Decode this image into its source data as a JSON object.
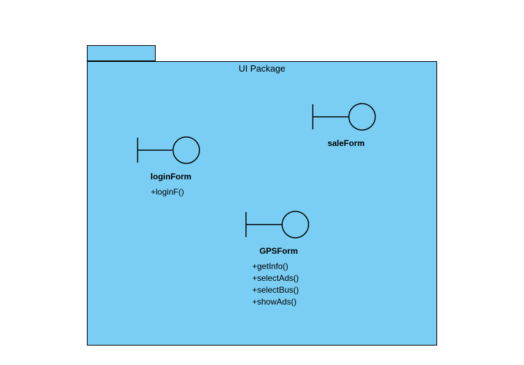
{
  "package": {
    "name": "UI Package"
  },
  "classes": [
    {
      "name": "loginForm",
      "operations": [
        "+loginF()"
      ]
    },
    {
      "name": "saleForm",
      "operations": []
    },
    {
      "name": "GPSForm",
      "operations": [
        "+getInfo()",
        "+selectAds()",
        "+selectBus()",
        "+showAds()"
      ]
    }
  ],
  "colors": {
    "package_fill": "#7acef4",
    "stroke": "#000000"
  },
  "icons": {
    "boundary": "boundary-icon"
  }
}
